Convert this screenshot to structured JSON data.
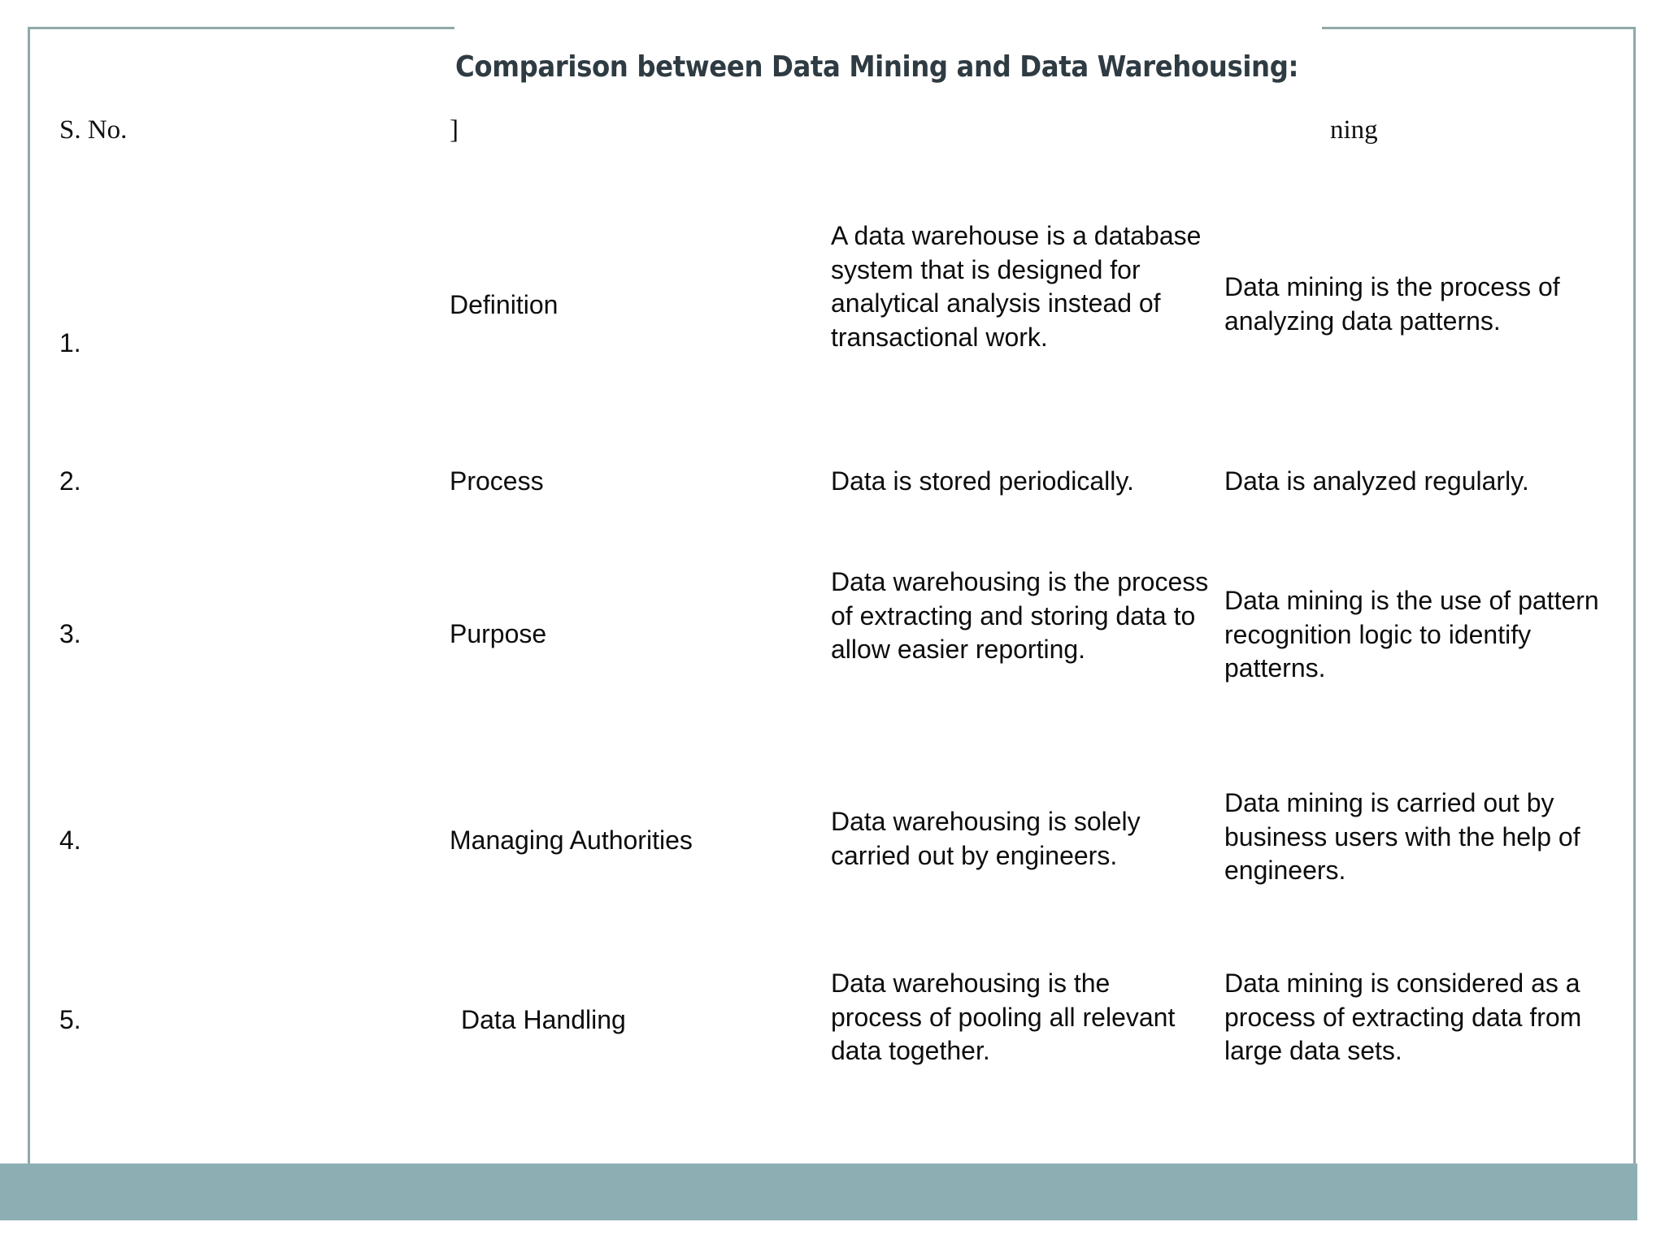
{
  "slide": {
    "title": "Comparison between Data Mining and Data Warehousing:",
    "accent_color": "#8dafb3",
    "frame_color": "#8fa9a8",
    "title_color": "#2f3b42"
  },
  "table": {
    "headers": {
      "sno": "S. No.",
      "parameter": "]",
      "warehousing": "",
      "mining": "ning"
    },
    "rows": [
      {
        "num": "1.",
        "parameter": "Definition",
        "warehousing": "A data warehouse is a database system that is designed for analytical analysis instead of transactional work.",
        "mining": "Data mining is the process of analyzing data patterns."
      },
      {
        "num": "2.",
        "parameter": "Process",
        "warehousing": "Data is stored periodically.",
        "mining": "Data is analyzed regularly."
      },
      {
        "num": "3.",
        "parameter": "Purpose",
        "warehousing": "Data warehousing is the process of extracting and storing data to allow easier reporting.",
        "mining": "Data mining is the use of pattern recognition logic to identify patterns."
      },
      {
        "num": "4.",
        "parameter": "Managing Authorities",
        "warehousing": "Data warehousing is solely carried out by engineers.",
        "mining": "Data mining is carried out by business users with the help of engineers."
      },
      {
        "num": "5.",
        "parameter": "Data Handling",
        "warehousing": "Data warehousing is the process of pooling all relevant data together.",
        "mining": "Data mining is considered as a process of extracting data from large data sets."
      }
    ]
  }
}
